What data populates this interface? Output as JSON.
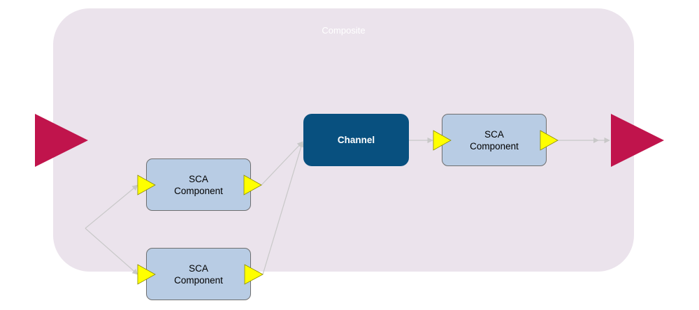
{
  "composite": {
    "label": "Composite",
    "fill": "#ebe3ec"
  },
  "channel": {
    "label": "Channel",
    "fill": "#08507f"
  },
  "components": [
    {
      "label": "SCA\nComponent"
    },
    {
      "label": "SCA\nComponent"
    },
    {
      "label": "SCA\nComponent"
    }
  ],
  "colors": {
    "component_fill": "#b8cce4",
    "port_fill": "#ffff00",
    "composite_port_fill": "#c0144c",
    "link": "#c8c8c8"
  }
}
